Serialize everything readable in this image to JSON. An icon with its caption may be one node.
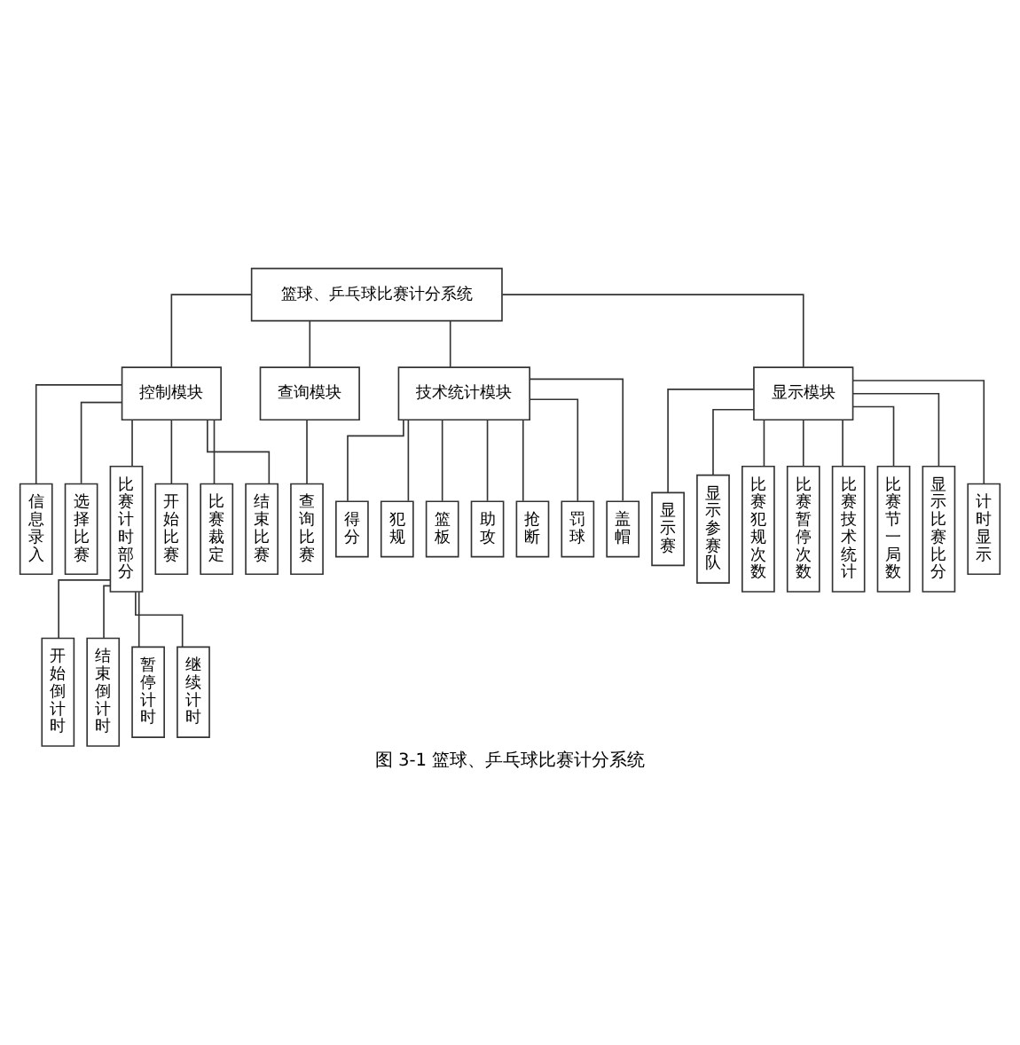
{
  "diagram": {
    "caption": "图 3-1 篮球、乒乓球比赛计分系统",
    "nodes": [
      {
        "text": [
          "篮球、乒乓球比赛计分系统"
        ]
      },
      {
        "text": [
          "控制模块"
        ]
      },
      {
        "text": [
          "查询模块"
        ]
      },
      {
        "text": [
          "技术统计模块"
        ]
      },
      {
        "text": [
          "显示模块"
        ]
      },
      {
        "text": [
          "信息录入"
        ]
      },
      {
        "text": [
          "选择比赛"
        ]
      },
      {
        "text": [
          "比赛计时部分"
        ]
      },
      {
        "text": [
          "开始比赛"
        ]
      },
      {
        "text": [
          "比赛裁定"
        ]
      },
      {
        "text": [
          "结束比赛"
        ]
      },
      {
        "text": [
          "查询比赛"
        ]
      },
      {
        "text": [
          "显示赛"
        ]
      },
      {
        "text": [
          "显示参赛队"
        ]
      },
      {
        "text": [
          "比赛犯规次数"
        ]
      },
      {
        "text": [
          "比赛暂停次数"
        ]
      },
      {
        "text": [
          "比赛技术统计"
        ]
      },
      {
        "text": [
          "比赛节一局数"
        ]
      },
      {
        "text": [
          "显示比赛比分"
        ]
      },
      {
        "text": [
          "计时显示"
        ]
      },
      {
        "text": [
          "得分"
        ]
      },
      {
        "text": [
          "犯规"
        ]
      },
      {
        "text": [
          "篮板"
        ]
      },
      {
        "text": [
          "助攻"
        ]
      },
      {
        "text": [
          "抢断"
        ]
      },
      {
        "text": [
          "罚球"
        ]
      },
      {
        "text": [
          "盖帽"
        ]
      },
      {
        "text": [
          "开始倒计时"
        ]
      },
      {
        "text": [
          "结束倒计时"
        ]
      },
      {
        "text": [
          "暂停计时"
        ]
      },
      {
        "text": [
          "继续计时"
        ]
      }
    ],
    "edges": [
      {
        "from": 0,
        "to": 1,
        "arrow": "none"
      },
      {
        "from": 0,
        "to": 2,
        "arrow": "none"
      },
      {
        "from": 0,
        "to": 3,
        "arrow": "none"
      },
      {
        "from": 0,
        "to": 4,
        "arrow": "none"
      },
      {
        "from": 1,
        "to": 5,
        "arrow": "none"
      },
      {
        "from": 1,
        "to": 6,
        "arrow": "none"
      },
      {
        "from": 1,
        "to": 7,
        "arrow": "none"
      },
      {
        "from": 1,
        "to": 8,
        "arrow": "none"
      },
      {
        "from": 1,
        "to": 9,
        "arrow": "none"
      },
      {
        "from": 1,
        "to": 10,
        "arrow": "none"
      },
      {
        "from": 2,
        "to": 11,
        "arrow": "none"
      },
      {
        "from": 4,
        "to": 12,
        "arrow": "none"
      },
      {
        "from": 4,
        "to": 13,
        "arrow": "none"
      },
      {
        "from": 4,
        "to": 14,
        "arrow": "none"
      },
      {
        "from": 4,
        "to": 15,
        "arrow": "none"
      },
      {
        "from": 4,
        "to": 16,
        "arrow": "none"
      },
      {
        "from": 4,
        "to": 17,
        "arrow": "none"
      },
      {
        "from": 4,
        "to": 18,
        "arrow": "none"
      },
      {
        "from": 4,
        "to": 19,
        "arrow": "none"
      },
      {
        "from": 3,
        "to": 20,
        "arrow": "none"
      },
      {
        "from": 3,
        "to": 21,
        "arrow": "none"
      },
      {
        "from": 3,
        "to": 22,
        "arrow": "none"
      },
      {
        "from": 3,
        "to": 23,
        "arrow": "none"
      },
      {
        "from": 3,
        "to": 24,
        "arrow": "none"
      },
      {
        "from": 3,
        "to": 25,
        "arrow": "none"
      },
      {
        "from": 3,
        "to": 26,
        "arrow": "none"
      },
      {
        "from": 7,
        "to": 27,
        "arrow": "none"
      },
      {
        "from": 7,
        "to": 28,
        "arrow": "none"
      },
      {
        "from": 7,
        "to": 29,
        "arrow": "none"
      },
      {
        "from": 7,
        "to": 30,
        "arrow": "none"
      }
    ]
  }
}
